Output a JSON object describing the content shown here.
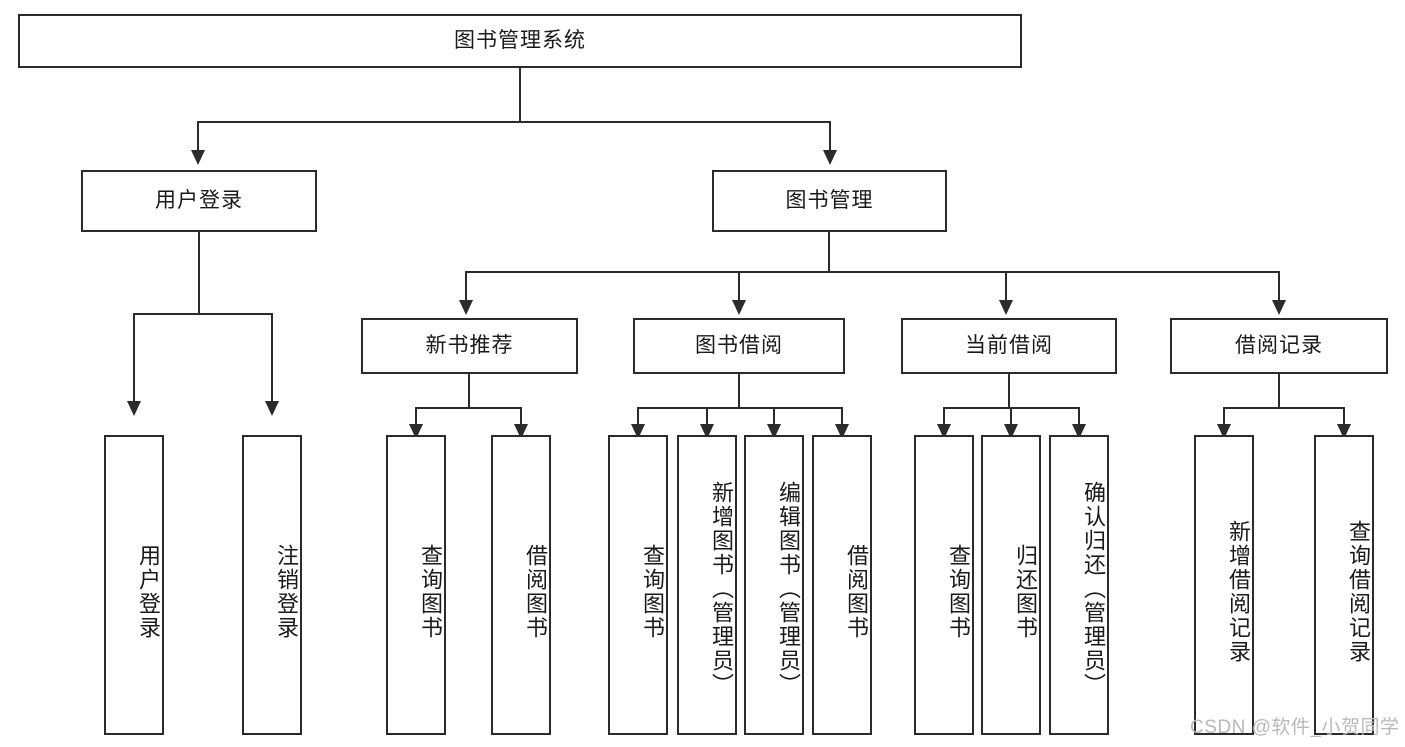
{
  "diagram": {
    "type": "tree-hierarchy-diagram",
    "title": "图书管理系统",
    "colors": {
      "stroke": "#2b2b2b",
      "fill": "#ffffff",
      "text": "#1a1a1a",
      "watermark": "#b9b9b9"
    },
    "root": {
      "label": "图书管理系统"
    },
    "level2": [
      {
        "label": "用户登录"
      },
      {
        "label": "图书管理"
      }
    ],
    "level3": [
      {
        "label": "新书推荐"
      },
      {
        "label": "图书借阅"
      },
      {
        "label": "当前借阅"
      },
      {
        "label": "借阅记录"
      }
    ],
    "leaves": {
      "user_login": [
        {
          "label": "用户登录"
        },
        {
          "label": "注销登录"
        }
      ],
      "new_book_recommend": [
        {
          "label": "查询图书"
        },
        {
          "label": "借阅图书"
        }
      ],
      "book_borrow": [
        {
          "label": "查询图书"
        },
        {
          "label": "新增图书（管理员）"
        },
        {
          "label": "编辑图书（管理员）"
        },
        {
          "label": "借阅图书"
        }
      ],
      "current_borrow": [
        {
          "label": "查询图书"
        },
        {
          "label": "归还图书"
        },
        {
          "label": "确认归还（管理员）"
        }
      ],
      "borrow_record": [
        {
          "label": "新增借阅记录"
        },
        {
          "label": "查询借阅记录"
        }
      ]
    }
  },
  "watermark": {
    "text": "CSDN @软件_小贺同学"
  }
}
